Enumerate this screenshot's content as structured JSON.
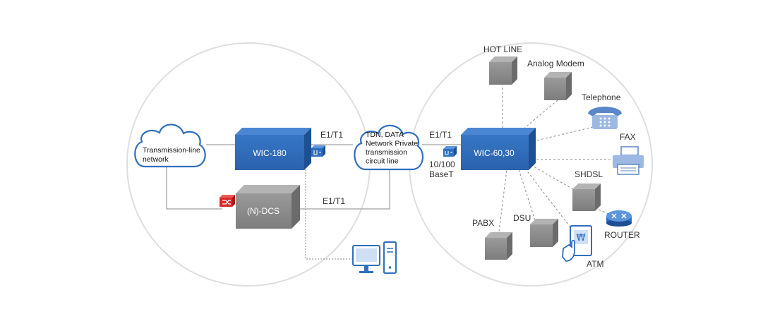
{
  "colors": {
    "blue": "#2f6fbd",
    "blue_dark": "#1f4f93",
    "gray_box": "#8c8c8c",
    "circle_stroke": "#dcdcdc",
    "line": "#8a8a8a",
    "red": "#d92a2a"
  },
  "left": {
    "cloud_label": "Transmission-line\nnetwork",
    "wic180": "WIC-180",
    "ndcs": "(N)-DCS",
    "link_top": "E1/T1",
    "link_bottom": "E1/T1"
  },
  "center": {
    "cloud_label": "TDN, DATA\nNetwork Private\ntransmission\ncircuit line"
  },
  "right": {
    "link_label": "E1/T1",
    "port_label": "10/100\nBaseT",
    "wic6030": "WIC-60,30",
    "hotline": "HOT LINE",
    "analog_modem": "Analog Modem",
    "telephone": "Telephone",
    "fax": "FAX",
    "shdsl": "SHDSL",
    "router": "ROUTER",
    "pabx": "PABX",
    "dsu": "DSU",
    "atm": "ATM",
    "atm_symbol": "₩"
  },
  "icons": {
    "switch_icon": "network-switch-icon",
    "fiber_icon": "fiber-switch-icon",
    "pc_icon": "desktop-computer-icon"
  }
}
